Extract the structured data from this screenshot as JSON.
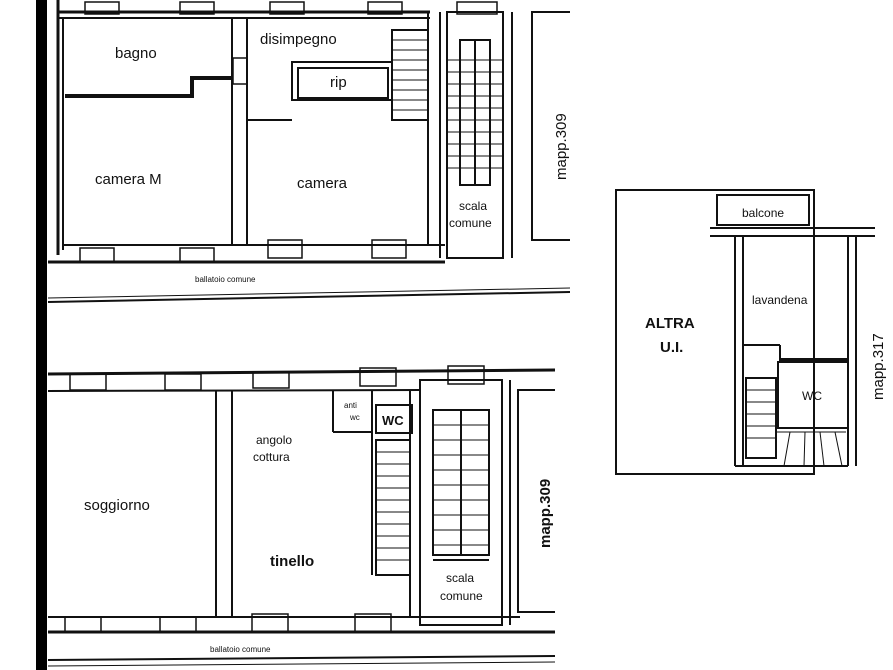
{
  "rooms": {
    "bagno": "bagno",
    "disimpegno": "disimpegno",
    "rip": "rip",
    "camera_m": "camera M",
    "camera": "camera",
    "scala_comune_top_1": "scala",
    "scala_comune_top_2": "comune",
    "mapp_309_top": "mapp.309",
    "ballatoio_top": "ballatoio comune",
    "soggiorno": "soggiorno",
    "angolo_cottura_1": "angolo",
    "angolo_cottura_2": "cottura",
    "tinello": "tinello",
    "antiwc_1": "anti",
    "antiwc_2": "wc",
    "wc_bottom": "WC",
    "scala_comune_bottom_1": "scala",
    "scala_comune_bottom_2": "comune",
    "mapp_309_bottom": "mapp.309",
    "ballatoio_bottom": "ballatoio comune",
    "balcone": "balcone",
    "altra_ui_1": "ALTRA",
    "altra_ui_2": "U.I.",
    "lavanderia": "lavandena",
    "wc_right": "WC",
    "mapp_317": "mapp.317"
  },
  "colors": {
    "ink": "#111111",
    "paper": "#ffffff"
  }
}
